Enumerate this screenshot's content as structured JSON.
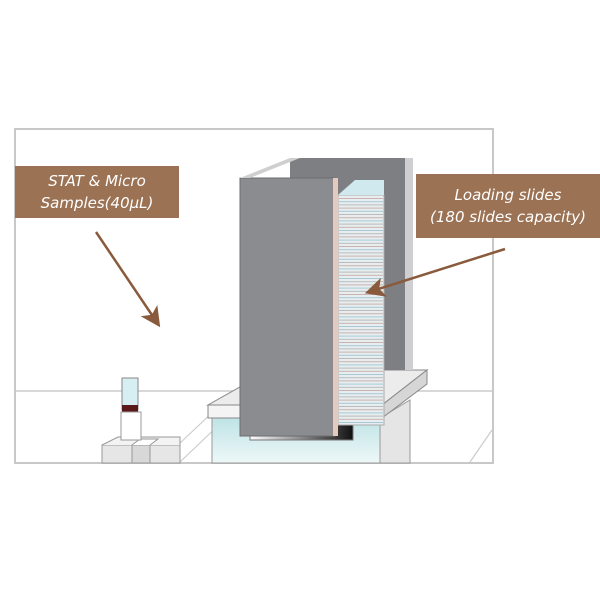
{
  "labels": {
    "stat_line1": "STAT & Micro",
    "stat_line2": "Samples(40µL)",
    "loading_line1": "Loading slides",
    "loading_line2": "(180 slides capacity)"
  },
  "colors": {
    "label_bg": "#9b7254",
    "arrow": "#8a5a3c",
    "panel": "#8e8f93",
    "frame": "#c8c8c8"
  },
  "slide_count": 180
}
